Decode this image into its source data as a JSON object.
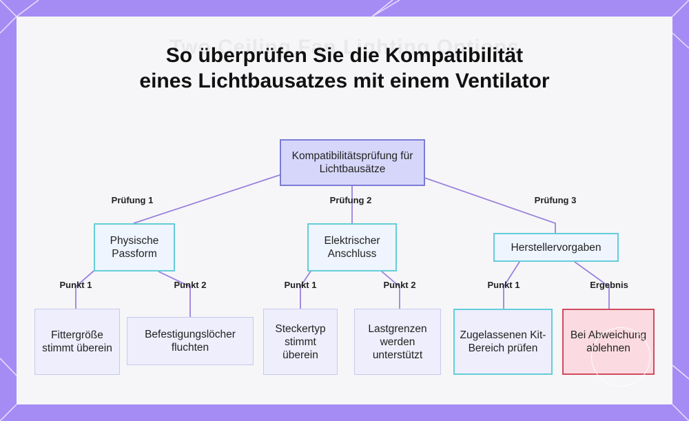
{
  "watermark": "Two Ceiling Fan Lighting Options",
  "title": "So überprüfen Sie die Kompatibilität eines Lichtbausatzes mit einem Ventilator",
  "nodes": {
    "root": "Kompatibilitätsprüfung für Lichtbausätze",
    "physical": "Physische Passform",
    "electrical": "Elektrischer Anschluss",
    "manufacturer": "Herstellervorgaben",
    "fitter": "Fittergröße stimmt überein",
    "holes": "Befestigungslöcher fluchten",
    "plug": "Steckertyp stimmt überein",
    "load": "Lastgrenzen werden unterstützt",
    "kit_range": "Zugelassenen Kit-Bereich prüfen",
    "reject": "Bei Abweichung ablehnen"
  },
  "edge_labels": {
    "check1": "Prüfung 1",
    "check2": "Prüfung 2",
    "check3": "Prüfung 3",
    "p1_point1": "Punkt 1",
    "p1_point2": "Punkt 2",
    "p2_point1": "Punkt 1",
    "p2_point2": "Punkt 2",
    "p3_point1": "Punkt 1",
    "p3_result": "Ergebnis"
  },
  "colors": {
    "background": "#a58cf5",
    "edge": "#9a80dd",
    "root_fill": "#d6d6fb",
    "mid_border": "#63cdd9",
    "reject_border": "#d24a5c"
  }
}
